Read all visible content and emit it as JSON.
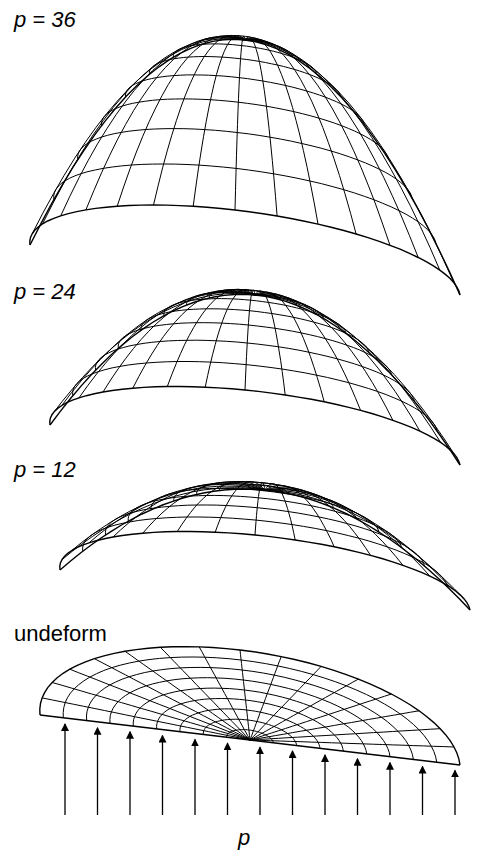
{
  "diagram": {
    "labels": [
      "p = 36",
      "p = 24",
      "p = 12",
      "undeform",
      "p"
    ]
  }
}
